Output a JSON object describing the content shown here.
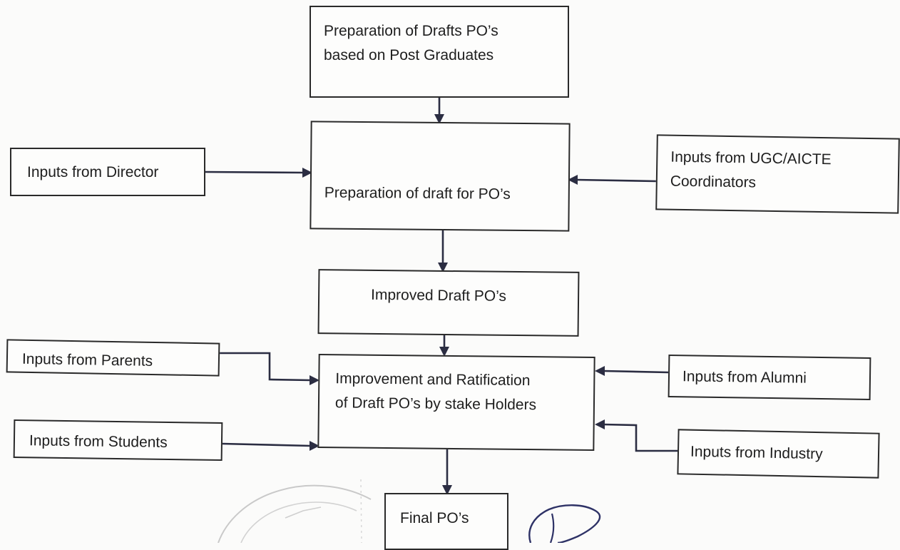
{
  "diagram": {
    "nodes": {
      "prep_drafts": {
        "lines": [
          "Preparation of Drafts PO’s",
          "based on Post Graduates"
        ]
      },
      "prep_draft_pos": {
        "lines": [
          "Preparation of draft for PO’s"
        ]
      },
      "inputs_director": {
        "lines": [
          "Inputs from Director"
        ]
      },
      "inputs_ugc": {
        "lines": [
          "Inputs from UGC/AICTE",
          "Coordinators"
        ]
      },
      "improved_draft": {
        "lines": [
          "Improved Draft PO’s"
        ]
      },
      "improvement_ratification": {
        "lines": [
          "Improvement and Ratification",
          "of Draft PO’s by stake Holders"
        ]
      },
      "inputs_parents": {
        "lines": [
          "Inputs from Parents"
        ]
      },
      "inputs_students": {
        "lines": [
          "Inputs from Students"
        ]
      },
      "inputs_alumni": {
        "lines": [
          "Inputs from Alumni"
        ]
      },
      "inputs_industry": {
        "lines": [
          "Inputs from Industry"
        ]
      },
      "final_pos": {
        "lines": [
          "Final PO’s"
        ]
      }
    },
    "edges": [
      {
        "from": "prep_drafts",
        "to": "prep_draft_pos"
      },
      {
        "from": "inputs_director",
        "to": "prep_draft_pos"
      },
      {
        "from": "inputs_ugc",
        "to": "prep_draft_pos"
      },
      {
        "from": "prep_draft_pos",
        "to": "improved_draft"
      },
      {
        "from": "improved_draft",
        "to": "improvement_ratification"
      },
      {
        "from": "inputs_parents",
        "to": "improvement_ratification"
      },
      {
        "from": "inputs_students",
        "to": "improvement_ratification"
      },
      {
        "from": "inputs_alumni",
        "to": "improvement_ratification"
      },
      {
        "from": "inputs_industry",
        "to": "improvement_ratification"
      },
      {
        "from": "improvement_ratification",
        "to": "final_pos"
      }
    ]
  },
  "colors": {
    "box_border": "#2a2a2a",
    "arrow": "#2b2d42",
    "stamp": "#c9c9c9",
    "signature": "#2e3266"
  }
}
